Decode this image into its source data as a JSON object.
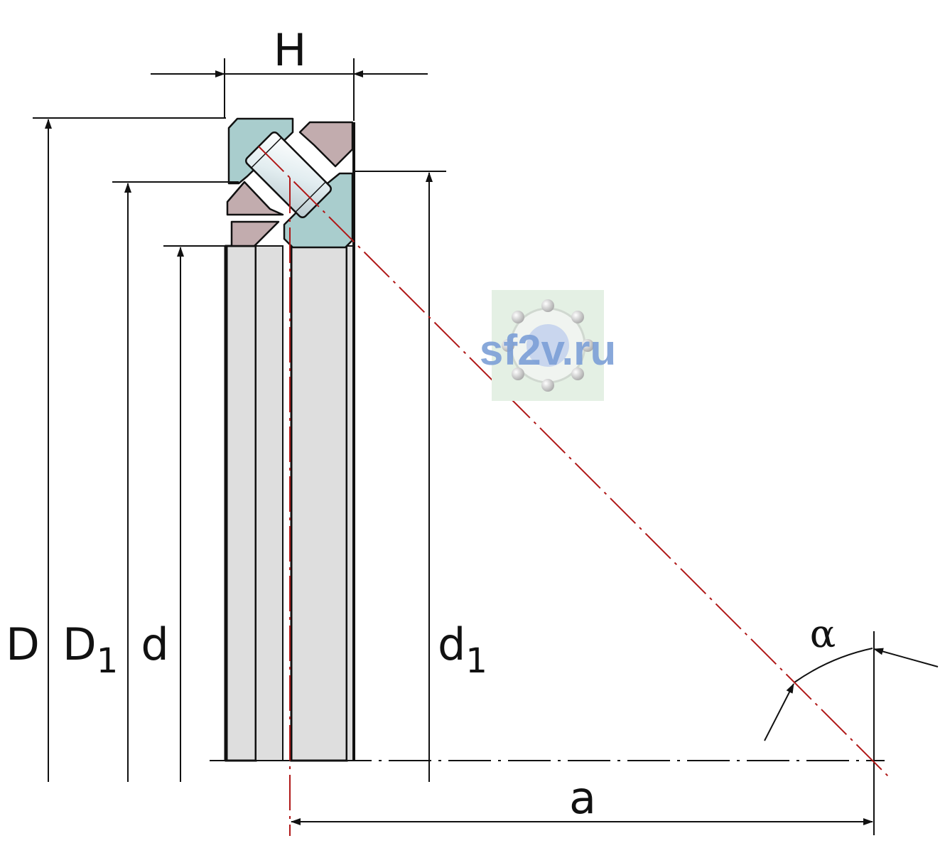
{
  "labels": {
    "H": "H",
    "D": "D",
    "D1_main": "D",
    "D1_sub": "1",
    "d": "d",
    "d1_main": "d",
    "d1_sub": "1",
    "a": "a",
    "alpha": "α"
  },
  "watermark": {
    "text": "sf2v.ru"
  },
  "colors": {
    "line": "#111111",
    "center_line": "#b01818",
    "ring_teal": "#a9cdcd",
    "ring_mauve": "#c2acae",
    "bore": "#dedede",
    "roller": "#e8f1f3",
    "watermark_text": "#7b9fd6",
    "watermark_bg": "#e4f0e4"
  }
}
